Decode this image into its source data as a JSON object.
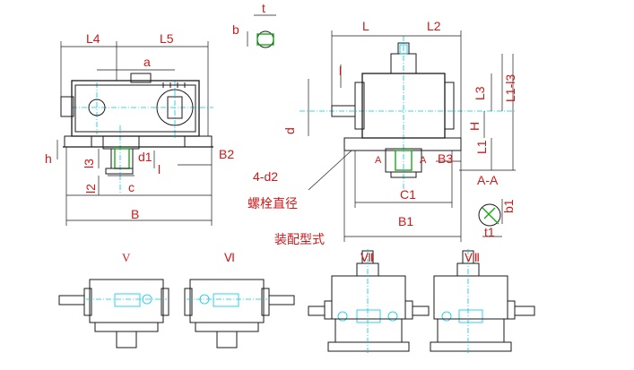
{
  "labels": {
    "L4": "L4",
    "L5": "L5",
    "a": "a",
    "h": "h",
    "l3": "l3",
    "d1": "d1",
    "l": "l",
    "l2": "l2",
    "c": "c",
    "B": "B",
    "B2": "B2",
    "b": "b",
    "t": "t",
    "L": "L",
    "L2": "L2",
    "L1_l3": "L1-l3",
    "L3": "L3",
    "H": "H",
    "L1": "L1",
    "d": "d",
    "A_left": "A",
    "A_right": "A",
    "B3": "B3",
    "C1": "C1",
    "B1": "B1",
    "bolt": "4-d2",
    "bolt_cn": "螺栓直径",
    "section": "A-A",
    "b1": "b1",
    "t1": "t1",
    "assembly_cn": "装配型式",
    "roman_v": "V",
    "roman_vi": "Ⅵ",
    "roman_vii": "Ⅶ",
    "roman_viii": "Ⅷ"
  },
  "colors": {
    "label": "#cc1a1a",
    "centerline": "#00c8e6",
    "outline": "#1a1a1a",
    "shaft_hatch": "#1aa81a"
  }
}
